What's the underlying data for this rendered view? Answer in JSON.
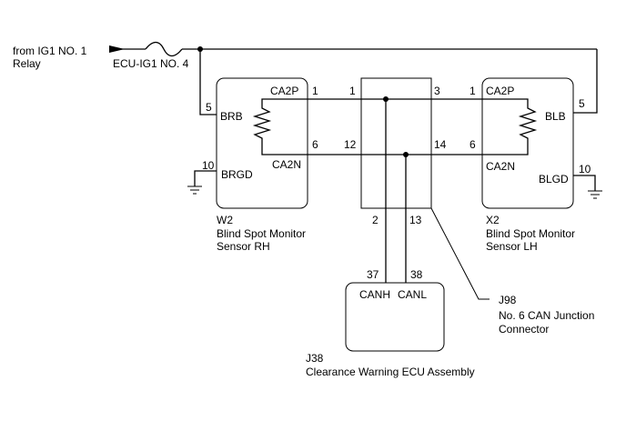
{
  "source": {
    "line1": "from IG1 NO. 1",
    "line2": "Relay"
  },
  "fuse": {
    "label": "ECU-IG1 NO. 4"
  },
  "sensor_rh": {
    "code": "W2",
    "name_line1": "Blind Spot Monitor",
    "name_line2": "Sensor RH",
    "pin_power": "5",
    "label_power": "BRB",
    "pin_ground": "10",
    "label_ground": "BRGD",
    "pin_can_h": "1",
    "label_can_h": "CA2P",
    "pin_can_l": "6",
    "label_can_l": "CA2N"
  },
  "sensor_lh": {
    "code": "X2",
    "name_line1": "Blind Spot Monitor",
    "name_line2": "Sensor LH",
    "pin_power": "5",
    "label_power": "BLB",
    "pin_ground": "10",
    "label_ground": "BLGD",
    "pin_can_h": "1",
    "label_can_h": "CA2P",
    "pin_can_l": "6",
    "label_can_l": "CA2N"
  },
  "junction": {
    "code": "J98",
    "name_line1": "No. 6 CAN Junction",
    "name_line2": "Connector",
    "pin_rh_h": "1",
    "pin_rh_l": "12",
    "pin_lh_h": "3",
    "pin_lh_l": "14",
    "pin_ecu_h": "2",
    "pin_ecu_l": "13"
  },
  "ecu": {
    "code": "J38",
    "name": "Clearance Warning ECU Assembly",
    "pin_can_h": "37",
    "label_can_h": "CANH",
    "pin_can_l": "38",
    "label_can_l": "CANL"
  }
}
